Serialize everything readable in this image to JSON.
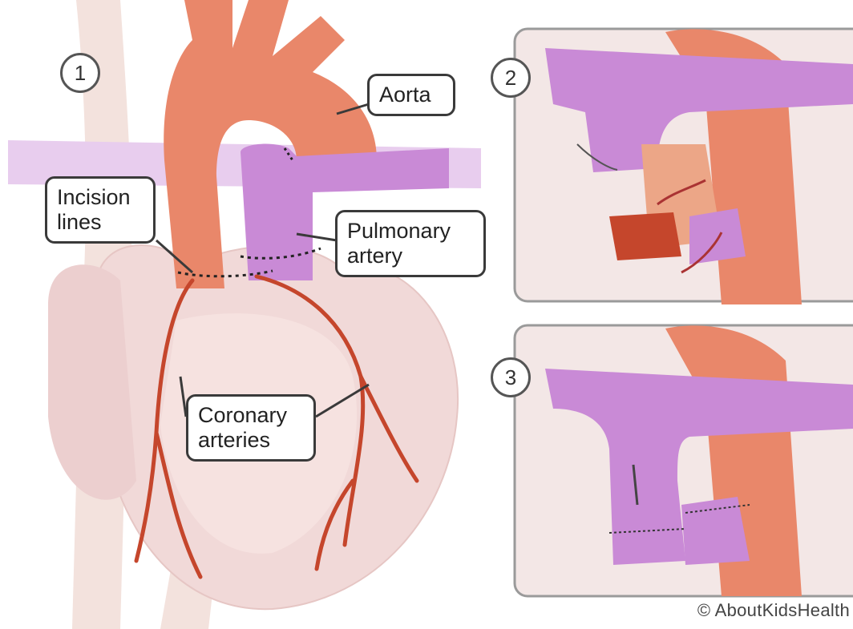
{
  "steps": [
    "1",
    "2",
    "3"
  ],
  "labels": {
    "aorta": "Aorta",
    "incision_line1": "Incision",
    "incision_line2": "lines",
    "pulmonary_line1": "Pulmonary",
    "pulmonary_line2": "artery",
    "coronary_line1": "Coronary",
    "coronary_line2": "arteries"
  },
  "copyright": "© AboutKidsHealth",
  "colors": {
    "aorta": "#e9876a",
    "pulmonary": "#c98ad6",
    "heart": "#f1d9d8",
    "coronary": "#c5462c",
    "outline": "#3a3a3a"
  }
}
